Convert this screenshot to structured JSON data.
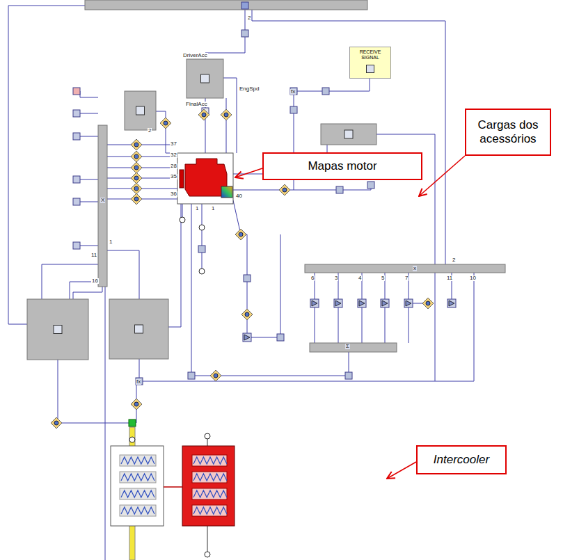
{
  "diagram": {
    "nodes": [
      {
        "text": [
          "RECEIVE SIGNAL"
        ]
      },
      {
        "text": [
          "Mapas motor"
        ]
      },
      {
        "text": [
          "Cargas dos acessórios"
        ]
      },
      {
        "text": [
          "Intercooler"
        ]
      }
    ],
    "labels": [
      "DriverAcc",
      "EngSpd",
      "FinalAcc",
      "37",
      "32",
      "28",
      "35",
      "36",
      "40",
      "1",
      "1",
      "2",
      "1",
      "11",
      "16",
      "6",
      "3",
      "4",
      "5",
      "7",
      "11",
      "10",
      "2",
      "x",
      "X",
      "Σ",
      "fx",
      "fx",
      "2"
    ]
  }
}
